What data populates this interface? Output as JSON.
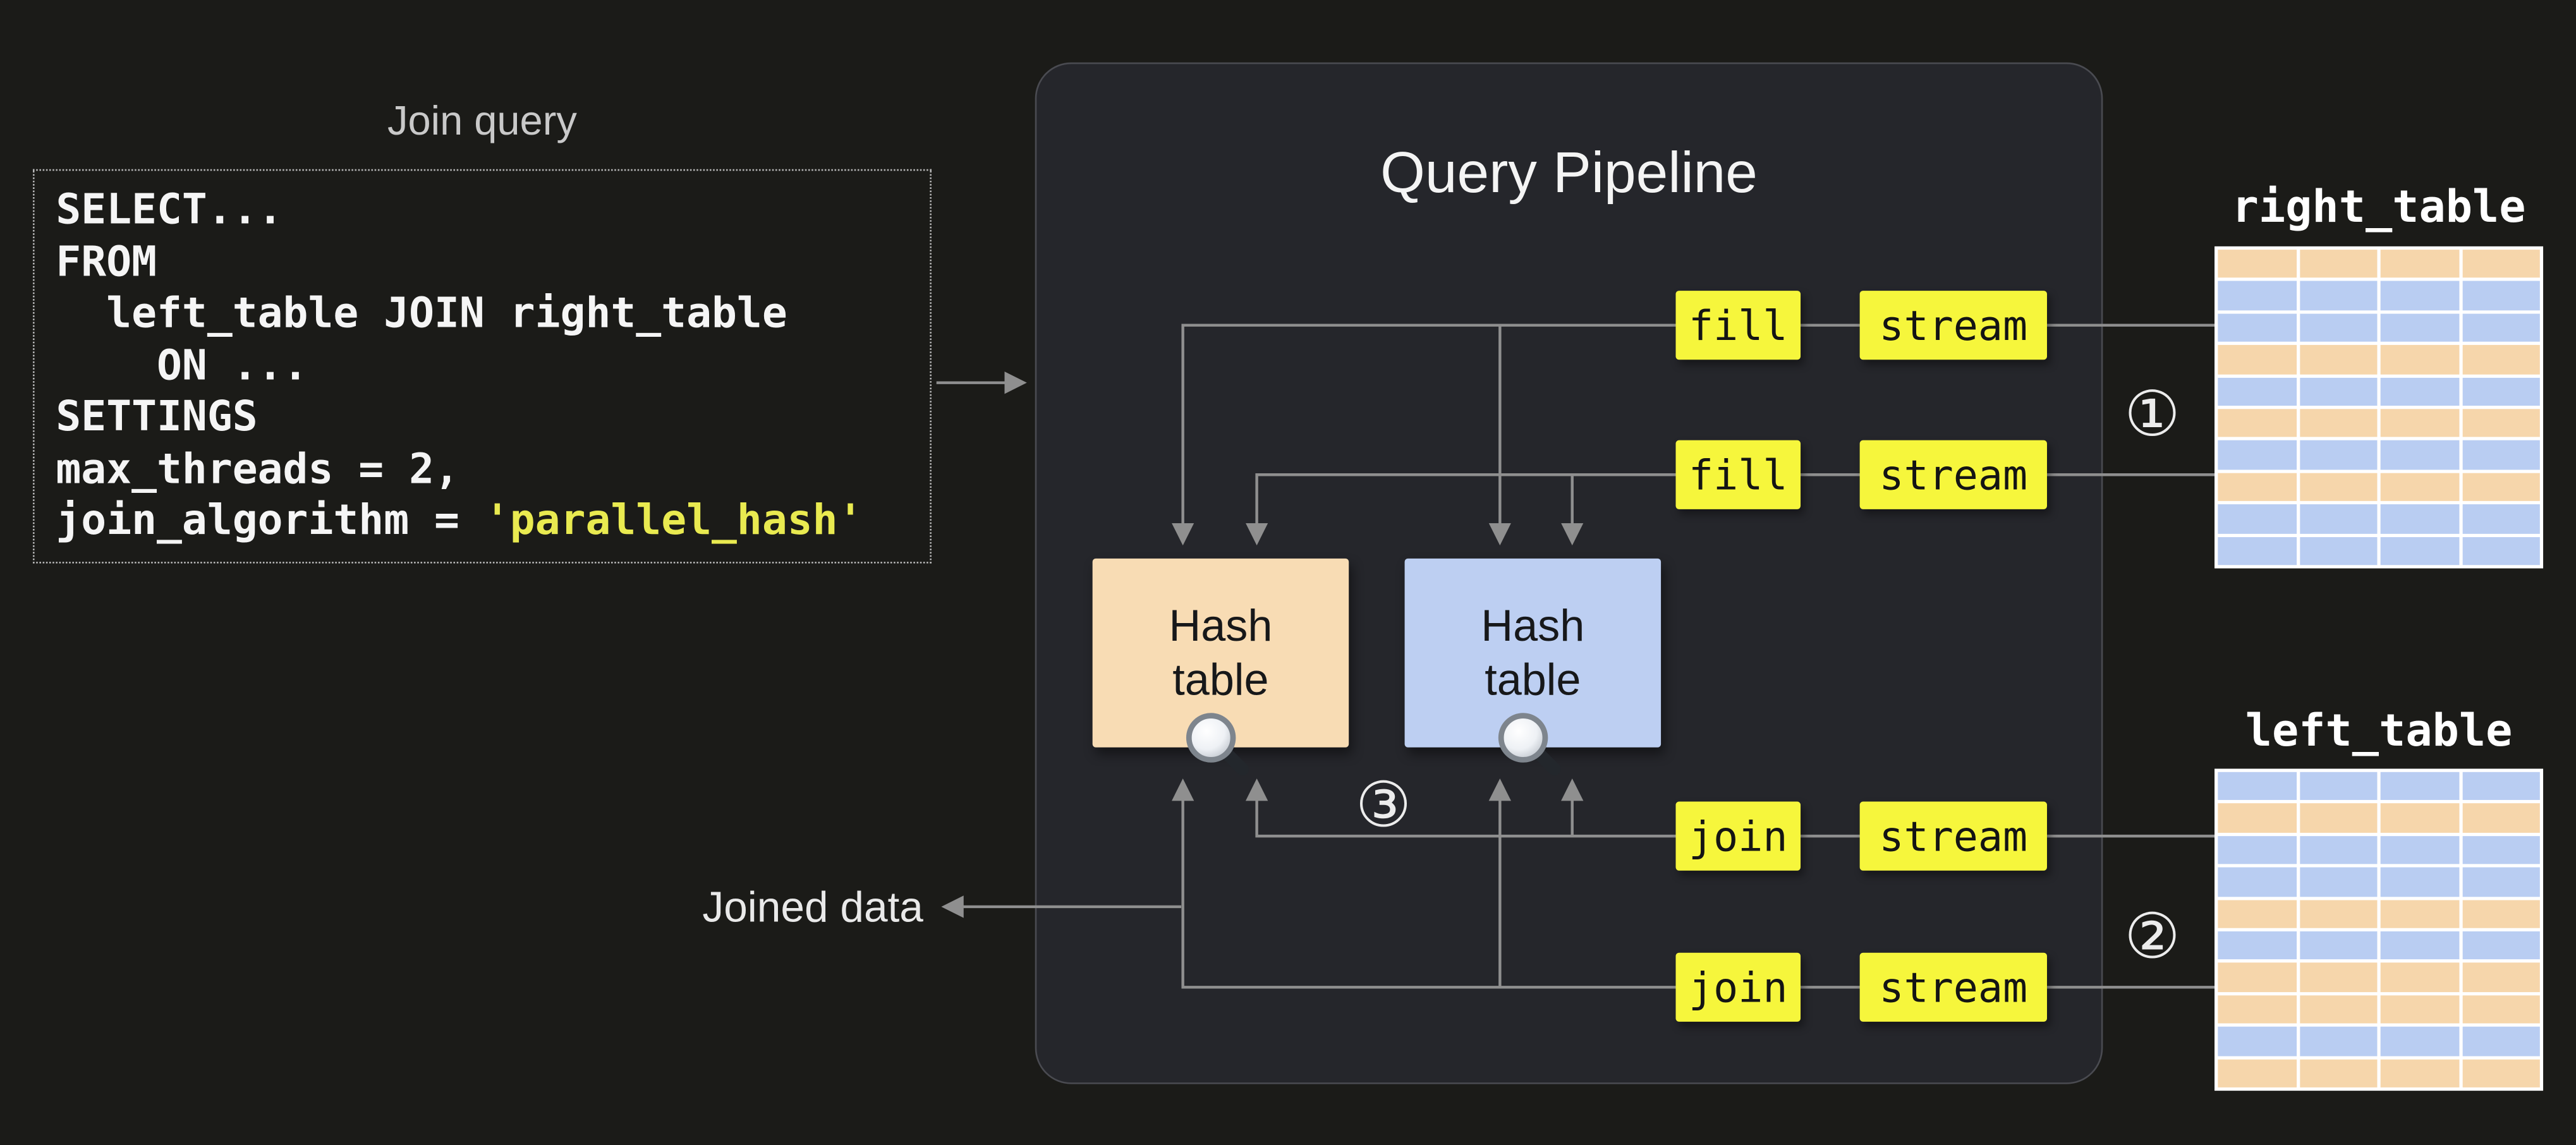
{
  "colors": {
    "accent_yellow": "#f6f63c",
    "hash_orange": "#f8dcb4",
    "hash_blue": "#bdcff2",
    "row_orange": "#f6d6ab",
    "row_blue": "#b9cdf2",
    "arrow_gray": "#8f8f8f"
  },
  "join_query": {
    "label": "Join query",
    "code_lines": [
      "SELECT...",
      "FROM",
      "  left_table JOIN right_table",
      "    ON ...",
      "SETTINGS",
      "max_threads = 2,"
    ],
    "last_line_prefix": "join_algorithm = ",
    "last_line_value": "'parallel_hash'"
  },
  "pipeline": {
    "title": "Query Pipeline",
    "fill_label": "fill",
    "join_label": "join",
    "stream_label": "stream",
    "hash_table_label": "Hash table",
    "step_marker": "③"
  },
  "right_table": {
    "label": "right_table",
    "step_marker": "①",
    "columns": 4,
    "row_colors": [
      "orange",
      "blue",
      "blue",
      "orange",
      "blue",
      "orange",
      "blue",
      "orange",
      "blue",
      "blue"
    ]
  },
  "left_table": {
    "label": "left_table",
    "step_marker": "②",
    "columns": 4,
    "row_colors": [
      "blue",
      "orange",
      "blue",
      "blue",
      "orange",
      "blue",
      "orange",
      "orange",
      "blue",
      "orange"
    ]
  },
  "output": {
    "label": "Joined data"
  }
}
